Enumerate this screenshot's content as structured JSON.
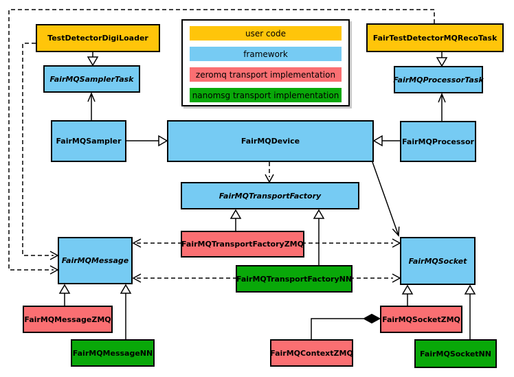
{
  "colors": {
    "user_code": "#FFC50A",
    "framework": "#76CBF3",
    "zeromq_impl": "#FA6F72",
    "nanomsg_impl": "#09A809",
    "outline": "#000000",
    "background": "#FFFFFF"
  },
  "legend": {
    "items": [
      {
        "label": "user code",
        "category": "user_code"
      },
      {
        "label": "framework",
        "category": "framework"
      },
      {
        "label": "zeromq transport implementation",
        "category": "zeromq_impl"
      },
      {
        "label": "nanomsg transport implementation",
        "category": "nanomsg_impl"
      }
    ]
  },
  "nodes": {
    "test_detector_digi_loader": {
      "label": "TestDetectorDigiLoader",
      "category": "user_code",
      "abstract": false
    },
    "fair_test_detector_mq_reco_task": {
      "label": "FairTestDetectorMQRecoTask",
      "category": "user_code",
      "abstract": false
    },
    "fairmq_sampler_task": {
      "label": "FairMQSamplerTask",
      "category": "framework",
      "abstract": true
    },
    "fairmq_processor_task": {
      "label": "FairMQProcessorTask",
      "category": "framework",
      "abstract": true
    },
    "fairmq_sampler": {
      "label": "FairMQSampler",
      "category": "framework",
      "abstract": false
    },
    "fairmq_device": {
      "label": "FairMQDevice",
      "category": "framework",
      "abstract": false
    },
    "fairmq_processor": {
      "label": "FairMQProcessor",
      "category": "framework",
      "abstract": false
    },
    "fairmq_transport_factory": {
      "label": "FairMQTransportFactory",
      "category": "framework",
      "abstract": true
    },
    "fairmq_transport_factory_zmq": {
      "label": "FairMQTransportFactoryZMQ",
      "category": "zeromq_impl",
      "abstract": false
    },
    "fairmq_transport_factory_nn": {
      "label": "FairMQTransportFactoryNN",
      "category": "nanomsg_impl",
      "abstract": false
    },
    "fairmq_message": {
      "label": "FairMQMessage",
      "category": "framework",
      "abstract": true
    },
    "fairmq_socket": {
      "label": "FairMQSocket",
      "category": "framework",
      "abstract": true
    },
    "fairmq_message_zmq": {
      "label": "FairMQMessageZMQ",
      "category": "zeromq_impl",
      "abstract": false
    },
    "fairmq_message_nn": {
      "label": "FairMQMessageNN",
      "category": "nanomsg_impl",
      "abstract": false
    },
    "fairmq_socket_zmq": {
      "label": "FairMQSocketZMQ",
      "category": "zeromq_impl",
      "abstract": false
    },
    "fairmq_context_zmq": {
      "label": "FairMQContextZMQ",
      "category": "zeromq_impl",
      "abstract": false
    },
    "fairmq_socket_nn": {
      "label": "FairMQSocketNN",
      "category": "nanomsg_impl",
      "abstract": false
    }
  },
  "relations": [
    {
      "from": "TestDetectorDigiLoader",
      "to": "FairMQSamplerTask",
      "type": "inheritance"
    },
    {
      "from": "FairTestDetectorMQRecoTask",
      "to": "FairMQProcessorTask",
      "type": "inheritance"
    },
    {
      "from": "FairMQSampler",
      "to": "FairMQDevice",
      "type": "inheritance"
    },
    {
      "from": "FairMQProcessor",
      "to": "FairMQDevice",
      "type": "inheritance"
    },
    {
      "from": "FairMQSampler",
      "to": "FairMQSamplerTask",
      "type": "association"
    },
    {
      "from": "FairMQProcessor",
      "to": "FairMQProcessorTask",
      "type": "association"
    },
    {
      "from": "FairMQDevice",
      "to": "FairMQTransportFactory",
      "type": "dependency"
    },
    {
      "from": "FairMQDevice",
      "to": "FairMQSocket",
      "type": "association"
    },
    {
      "from": "FairMQTransportFactoryZMQ",
      "to": "FairMQTransportFactory",
      "type": "inheritance"
    },
    {
      "from": "FairMQTransportFactoryNN",
      "to": "FairMQTransportFactory",
      "type": "inheritance"
    },
    {
      "from": "FairMQTransportFactoryZMQ",
      "to": "FairMQMessage",
      "type": "dependency"
    },
    {
      "from": "FairMQTransportFactoryZMQ",
      "to": "FairMQSocket",
      "type": "dependency"
    },
    {
      "from": "FairMQTransportFactoryNN",
      "to": "FairMQMessage",
      "type": "dependency"
    },
    {
      "from": "FairMQTransportFactoryNN",
      "to": "FairMQSocket",
      "type": "dependency"
    },
    {
      "from": "TestDetectorDigiLoader",
      "to": "FairMQMessage",
      "type": "dependency"
    },
    {
      "from": "FairTestDetectorMQRecoTask",
      "to": "FairMQMessage",
      "type": "dependency"
    },
    {
      "from": "FairMQMessageZMQ",
      "to": "FairMQMessage",
      "type": "inheritance"
    },
    {
      "from": "FairMQMessageNN",
      "to": "FairMQMessage",
      "type": "inheritance"
    },
    {
      "from": "FairMQSocketZMQ",
      "to": "FairMQSocket",
      "type": "inheritance"
    },
    {
      "from": "FairMQSocketNN",
      "to": "FairMQSocket",
      "type": "inheritance"
    },
    {
      "from": "FairMQSocketZMQ",
      "to": "FairMQContextZMQ",
      "type": "composition"
    }
  ]
}
